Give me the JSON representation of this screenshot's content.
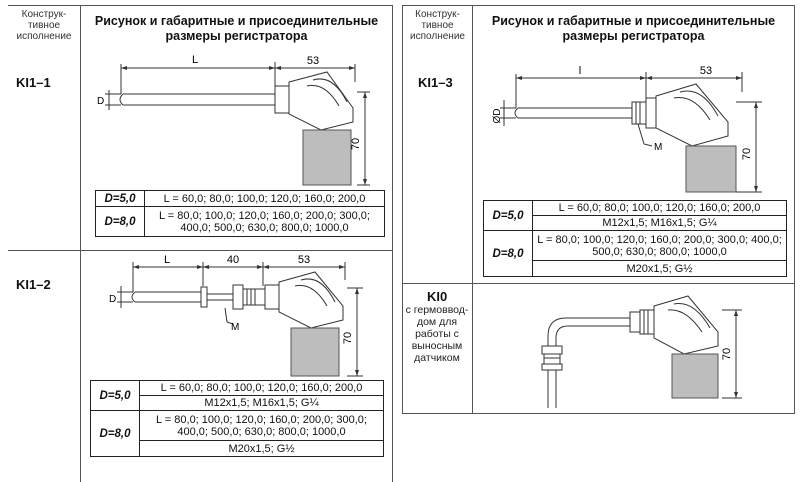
{
  "left_table": {
    "col1_header": "Конструк-тивное исполнение",
    "col2_header": "Рисунок  и габаритные и присоединительные размеры регистратора",
    "rows": [
      {
        "code": "KI1–1",
        "drawing_labels": {
          "L": "L",
          "dim53": "53",
          "dim70": "70",
          "D": "D"
        },
        "specs": [
          {
            "key": "D=5,0",
            "values": "L = 60,0; 80,0; 100,0; 120,0; 160,0; 200,0"
          },
          {
            "key": "D=8,0",
            "values": "L = 80,0; 100,0; 120,0; 160,0; 200,0; 300,0; 400,0; 500,0; 630,0; 800,0; 1000,0"
          }
        ]
      },
      {
        "code": "KI1–2",
        "drawing_labels": {
          "L": "L",
          "dim40": "40",
          "dim53": "53",
          "dim70": "70",
          "D": "D",
          "M": "M"
        },
        "specs": [
          {
            "key": "D=5,0",
            "values": "L = 60,0; 80,0; 100,0; 120,0; 160,0; 200,0",
            "thread": "M12x1,5; M16x1,5; G¼"
          },
          {
            "key": "D=8,0",
            "values": "L = 80,0; 100,0; 120,0; 160,0; 200,0; 300,0; 400,0; 500,0; 630,0; 800,0; 1000,0",
            "thread": "M20x1,5; G½"
          }
        ]
      }
    ]
  },
  "right_table": {
    "col1_header": "Конструк-тивное исполнение",
    "col2_header": "Рисунок  и габаритные и присоединительные размеры регистратора",
    "rows": [
      {
        "code": "KI1–3",
        "drawing_labels": {
          "l": "l",
          "dim53": "53",
          "dim70": "70",
          "D": "ØD",
          "M": "M"
        },
        "specs": [
          {
            "key": "D=5,0",
            "values": "L = 60,0; 80,0; 100,0; 120,0; 160,0; 200,0",
            "thread": "M12x1,5; M16x1,5; G¼"
          },
          {
            "key": "D=8,0",
            "values": "L = 80,0; 100,0; 120,0; 160,0; 200,0; 300,0; 400,0; 500,0; 630,0; 800,0; 1000,0",
            "thread": "M20x1,5; G½"
          }
        ]
      },
      {
        "code": "KI0",
        "description": "с гермоввод-дом для работы с выносным датчиком",
        "drawing_labels": {
          "dim70": "70"
        }
      }
    ]
  }
}
